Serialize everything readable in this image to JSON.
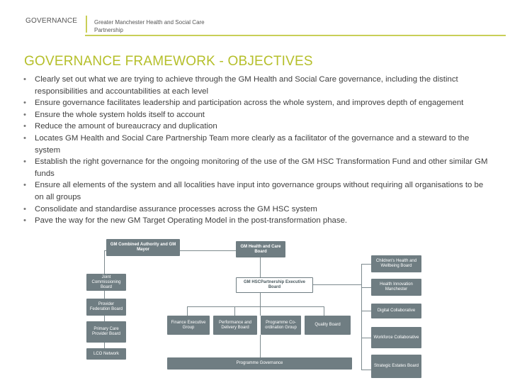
{
  "header": {
    "section_label": "GOVERNANCE",
    "org_name": "Greater Manchester Health and Social Care Partnership"
  },
  "title": "GOVERNANCE FRAMEWORK - OBJECTIVES",
  "bullets": [
    "Clearly set out what we are trying to achieve through the GM Health and Social Care governance, including the distinct responsibilities and accountabilities at each level",
    "Ensure governance facilitates leadership and participation across the whole system, and improves depth of engagement",
    "Ensure the whole system holds itself to account",
    "Reduce the amount of bureaucracy and duplication",
    "Locates GM Health and Social Care Partnership Team more clearly as a facilitator of the governance and a steward to the system",
    "Establish the right governance for the ongoing monitoring of the use of the GM HSC Transformation Fund and other similar GM funds",
    "Ensure all elements of the system and all localities have input into governance groups without requiring all organisations to be on all groups",
    "Consolidate and standardise assurance processes across the GM HSC system",
    "Pave the way for the new GM Target Operating Model in the post-transformation phase."
  ],
  "org_chart": {
    "combined_authority": "GM Combined Authority and GM Mayor",
    "healthcare_board": "GM Health and Care Board",
    "executive_board": "GM HSCPartnership Executive Board",
    "joint_commissioning": "Joint Commissioning Board",
    "provider_federation": "Provider Federation Board",
    "primary_care": "Primary Care Provider Board",
    "lco_network": "LCO Network",
    "finance_exec": "Finance Executive Group",
    "performance_delivery": "Performance and Delivery Board",
    "programme_coordination": "Programme Co-ordination Group",
    "quality_board": "Quality Board",
    "programme_governance": "Programme Governance",
    "childrens_health": "Children's Health and Wellbeing Board",
    "health_innovation": "Health Innovation Manchester",
    "digital_collaborative": "Digital Collaborative",
    "workforce_collaborative": "Workforce Collaborative",
    "strategic_estates": "Strategic Estates Board"
  },
  "colors": {
    "accent": "#b5bf2a",
    "rule": "#c9cf57",
    "box": "#6f7d82"
  }
}
